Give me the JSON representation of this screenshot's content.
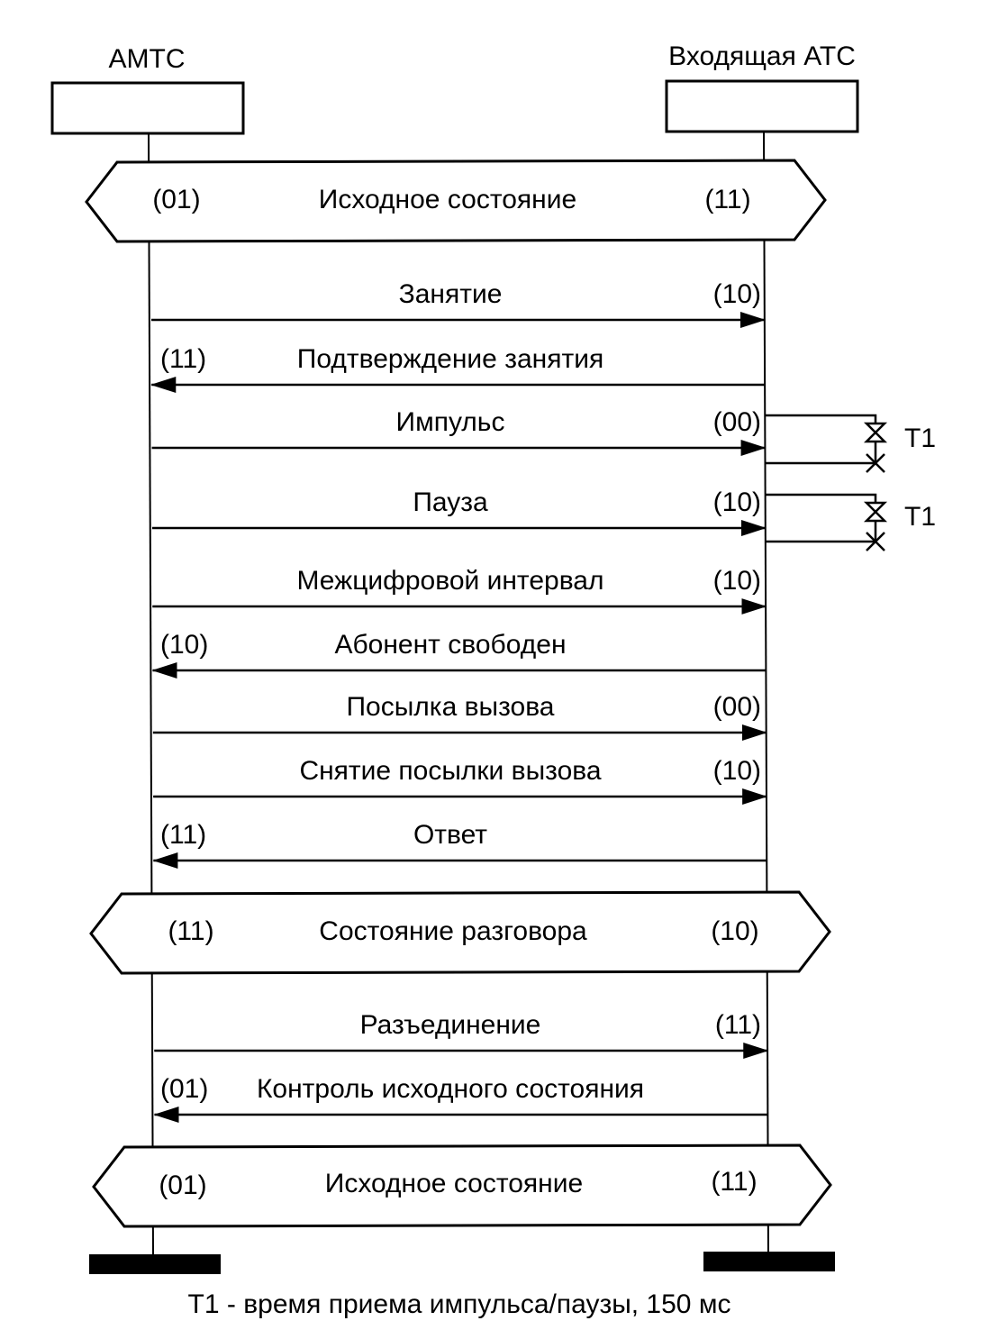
{
  "participants": {
    "left": {
      "name": "АМТС"
    },
    "right": {
      "name": "Входящая АТС"
    }
  },
  "states": [
    {
      "label": "Исходное состояние",
      "left_code": "(01)",
      "right_code": "(11)"
    },
    {
      "label": "Состояние разговора",
      "left_code": "(11)",
      "right_code": "(10)"
    },
    {
      "label": "Исходное состояние",
      "left_code": "(01)",
      "right_code": "(11)"
    }
  ],
  "messages": [
    {
      "label": "Занятие",
      "code": "(10)",
      "direction": "right"
    },
    {
      "label": "Подтверждение занятия",
      "code": "(11)",
      "direction": "left"
    },
    {
      "label": "Импульс",
      "code": "(00)",
      "direction": "right",
      "timer": "T1"
    },
    {
      "label": "Пауза",
      "code": "(10)",
      "direction": "right",
      "timer": "T1"
    },
    {
      "label": "Межцифровой интервал",
      "code": "(10)",
      "direction": "right"
    },
    {
      "label": "Абонент свободен",
      "code": "(10)",
      "direction": "left"
    },
    {
      "label": "Посылка вызова",
      "code": "(00)",
      "direction": "right"
    },
    {
      "label": "Снятие посылки вызова",
      "code": "(10)",
      "direction": "right"
    },
    {
      "label": "Ответ",
      "code": "(11)",
      "direction": "left"
    },
    {
      "label": "Разъединение",
      "code": "(11)",
      "direction": "right"
    },
    {
      "label": "Контроль исходного состояния",
      "code": "(01)",
      "direction": "left"
    }
  ],
  "footnote": "T1 - время приема импульса/паузы, 150 мс"
}
